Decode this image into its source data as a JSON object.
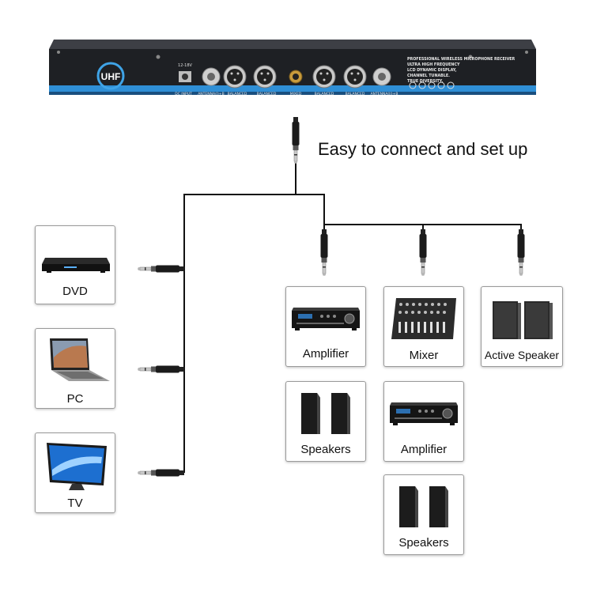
{
  "heading": "Easy to connect and set up",
  "receiver": {
    "logo": "UHF",
    "power_label": "12-18V",
    "bottom_labels": [
      "DC INPUT",
      "ANTENNA(I)+B",
      "BALANCED",
      "BALANCED",
      "MIXED",
      "BALANCED",
      "BALANCED",
      "ANTENNA(II)+B"
    ],
    "spec_lines": [
      "PROFESSIONAL WIRELESS MICROPHONE RECEIVER",
      "ULTRA HIGH FREQUENCY",
      "LCD DYNAMIC DISPLAY,",
      "CHANNEL TUNABLE.",
      "TRUE DIVERSITY."
    ]
  },
  "sources": [
    {
      "label": "DVD",
      "icon": "dvd-player-icon"
    },
    {
      "label": "PC",
      "icon": "laptop-icon"
    },
    {
      "label": "TV",
      "icon": "tv-icon"
    }
  ],
  "outputs": [
    {
      "label": "Amplifier",
      "icon": "amplifier-icon"
    },
    {
      "label": "Mixer",
      "icon": "mixer-icon"
    },
    {
      "label": "Active Speaker",
      "icon": "active-speaker-icon"
    },
    {
      "label": "Speakers",
      "icon": "speakers-icon"
    },
    {
      "label": "Amplifier",
      "icon": "amplifier-icon"
    },
    {
      "label": "Speakers",
      "icon": "speakers-icon"
    }
  ]
}
